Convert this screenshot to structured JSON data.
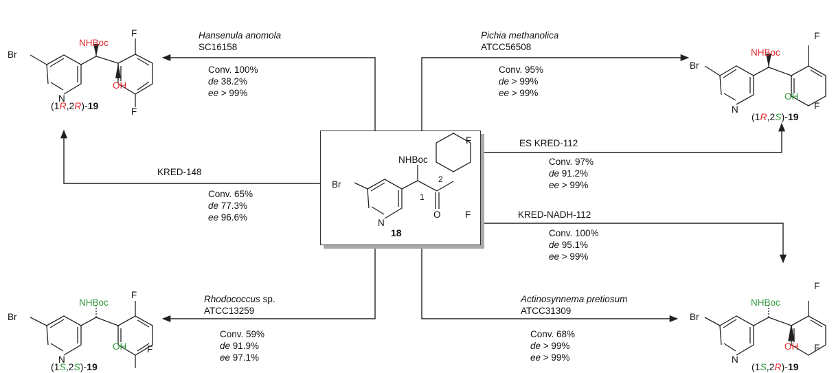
{
  "center": {
    "compound": "18",
    "atoms": {
      "br": "Br",
      "n": "N",
      "nh": "NHBoc",
      "o": "O",
      "f_top": "F",
      "f_bot": "F",
      "c1": "1",
      "c2": "2"
    }
  },
  "products": {
    "tl": {
      "br": "Br",
      "n": "N",
      "nh": "NHBoc",
      "oh": "OH",
      "f_top": "F",
      "f_bot": "F",
      "cap": {
        "open": "(1",
        "c1": "R",
        "sep": ",2",
        "c2": "R",
        "close": ")-",
        "num": "19"
      }
    },
    "tr": {
      "br": "Br",
      "n": "N",
      "nh": "NHBoc",
      "oh": "OH",
      "f_top": "F",
      "f_bot": "F",
      "cap": {
        "open": "(1",
        "c1": "R",
        "sep": ",2",
        "c2": "S",
        "close": ")-",
        "num": "19"
      }
    },
    "bl": {
      "br": "Br",
      "n": "N",
      "nh": "NHBoc",
      "oh": "OH",
      "f_top": "F",
      "f_bot": "F",
      "cap": {
        "open": "(1",
        "c1": "S",
        "sep": ",2",
        "c2": "S",
        "close": ")-",
        "num": "19"
      }
    },
    "br": {
      "br": "Br",
      "n": "N",
      "nh": "NHBoc",
      "oh": "OH",
      "f_top": "F",
      "f_bot": "F",
      "cap": {
        "open": "(1",
        "c1": "S",
        "sep": ",2",
        "c2": "R",
        "close": ")-",
        "num": "19"
      }
    }
  },
  "conditions": {
    "hansenula": {
      "org": "Hansenula anomola",
      "strain": "SC16158",
      "conv": "Conv. 100%",
      "de_label": "de",
      "de_value": " 38.2%",
      "ee_label": "ee",
      "ee_value": " > 99%"
    },
    "pichia": {
      "org": "Pichia methanolica",
      "strain": "ATCC56508",
      "conv": "Conv. 95%",
      "de_label": "de",
      "de_value": " > 99%",
      "ee_label": "ee",
      "ee_value": " > 99%"
    },
    "kred148": {
      "name": "KRED-148",
      "conv": "Conv. 65%",
      "de_label": "de",
      "de_value": " 77.3%",
      "ee_label": "ee",
      "ee_value": " 96.6%"
    },
    "eskred": {
      "name": "ES KRED-112",
      "conv": "Conv. 97%",
      "de_label": "de",
      "de_value": " 91.2%",
      "ee_label": "ee",
      "ee_value": " > 99%"
    },
    "krednadh": {
      "name": "KRED-NADH-112",
      "conv": "Conv. 100%",
      "de_label": "de",
      "de_value": " 95.1%",
      "ee_label": "ee",
      "ee_value": " > 99%"
    },
    "rhodococcus": {
      "org": "Rhodococcus",
      "org_suffix": " sp.",
      "strain": "ATCC13259",
      "conv": "Conv. 59%",
      "de_label": "de",
      "de_value": " 91.9%",
      "ee_label": "ee",
      "ee_value": " 97.1%"
    },
    "actino": {
      "org": "Actinosynnema pretiosum",
      "strain": "ATCC31309",
      "conv": "Conv. 68%",
      "de_label": "de",
      "de_value": " > 99%",
      "ee_label": "ee",
      "ee_value": " > 99%"
    }
  },
  "colors": {
    "r_config": "#e0282d",
    "s_config": "#2f9a3a",
    "line": "#222222",
    "box_shadow": "#a9a9a9"
  }
}
